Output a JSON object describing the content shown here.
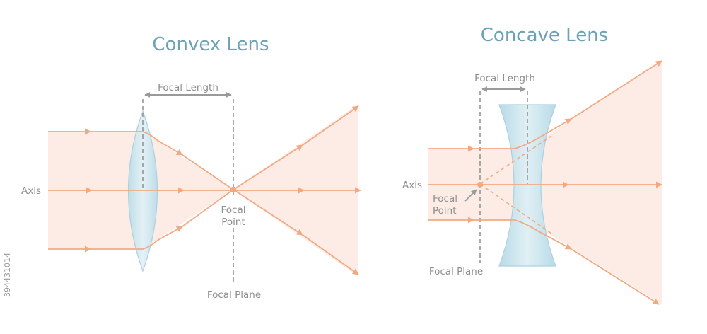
{
  "convex": {
    "title": "Convex Lens",
    "focal_length": "Focal Length",
    "axis": "Axis",
    "focal_point_line1": "Focal",
    "focal_point_line2": "Point",
    "focal_plane": "Focal Plane"
  },
  "concave": {
    "title": "Concave Lens",
    "focal_length": "Focal Length",
    "axis": "Axis",
    "focal_point_line1": "Focal",
    "focal_point_line2": "Point",
    "focal_plane": "Focal Plane"
  },
  "stock_id": "394431014",
  "colors": {
    "title": "#6aa3b6",
    "ray": "#f2a982",
    "beam_fill": "#fde9e2",
    "lens_fill": "#cfe6ef",
    "lens_edge": "#a9cfdc",
    "label": "#8e8e8e",
    "dashed": "#8e8e8e"
  }
}
